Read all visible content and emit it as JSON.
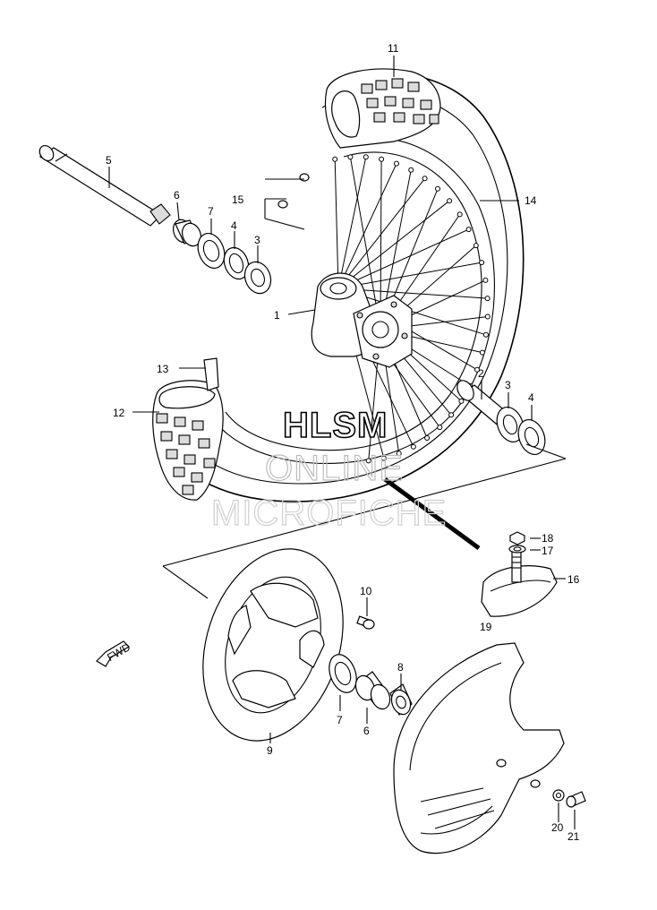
{
  "watermark": {
    "line1": "HLSM",
    "line2": "ONLINE",
    "line3": "MICROFICHE"
  },
  "fwd_badge": "FWD",
  "callouts": [
    {
      "id": "c1",
      "text": "1"
    },
    {
      "id": "c2",
      "text": "2"
    },
    {
      "id": "c3a",
      "text": "3"
    },
    {
      "id": "c3b",
      "text": "3"
    },
    {
      "id": "c4a",
      "text": "4"
    },
    {
      "id": "c4b",
      "text": "4"
    },
    {
      "id": "c5",
      "text": "5"
    },
    {
      "id": "c6a",
      "text": "6"
    },
    {
      "id": "c6b",
      "text": "6"
    },
    {
      "id": "c7a",
      "text": "7"
    },
    {
      "id": "c7b",
      "text": "7"
    },
    {
      "id": "c8",
      "text": "8"
    },
    {
      "id": "c9",
      "text": "9"
    },
    {
      "id": "c10",
      "text": "10"
    },
    {
      "id": "c11",
      "text": "11"
    },
    {
      "id": "c12",
      "text": "12"
    },
    {
      "id": "c13",
      "text": "13"
    },
    {
      "id": "c14",
      "text": "14"
    },
    {
      "id": "c15",
      "text": "15"
    },
    {
      "id": "c16",
      "text": "16"
    },
    {
      "id": "c17",
      "text": "17"
    },
    {
      "id": "c18",
      "text": "18"
    },
    {
      "id": "c19",
      "text": "19"
    },
    {
      "id": "c20",
      "text": "20"
    },
    {
      "id": "c21",
      "text": "21"
    }
  ]
}
